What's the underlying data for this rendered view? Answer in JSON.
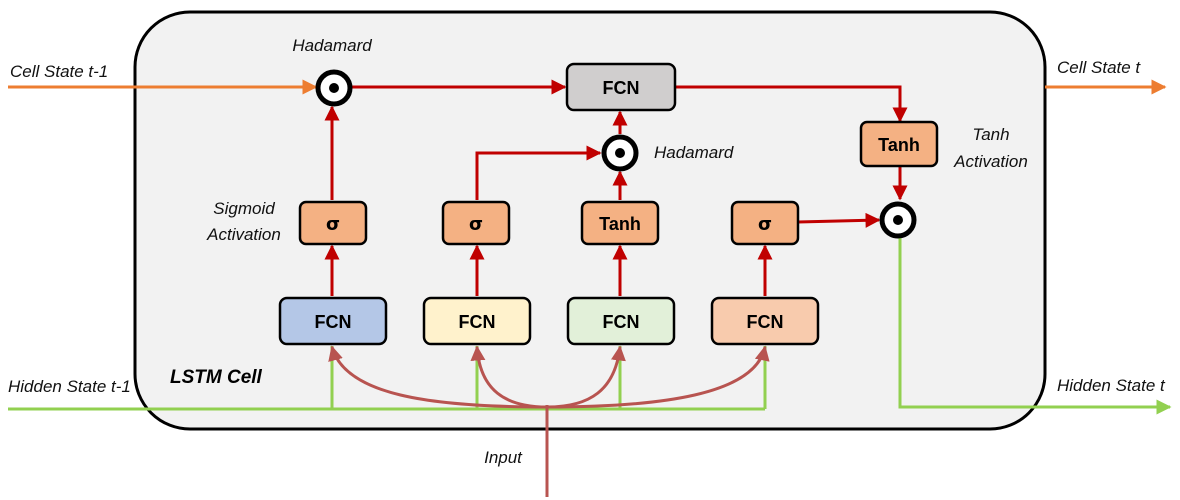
{
  "labels": {
    "hadamard_top": "Hadamard",
    "hadamard_mid": "Hadamard",
    "cell_state_in": "Cell State t-1",
    "cell_state_out": "Cell State t",
    "hidden_state_in": "Hidden State t-1",
    "hidden_state_out": "Hidden State t",
    "sigmoid_line1": "Sigmoid",
    "sigmoid_line2": "Activation",
    "tanh_act_line1": "Tanh",
    "tanh_act_line2": "Activation",
    "cell_title": "LSTM Cell",
    "input": "Input"
  },
  "boxes": {
    "fcn_top": "FCN",
    "fcn_forget": "FCN",
    "fcn_input": "FCN",
    "fcn_candidate": "FCN",
    "fcn_output": "FCN",
    "sigma_forget": "σ",
    "sigma_input": "σ",
    "tanh_candidate": "Tanh",
    "sigma_output": "σ",
    "tanh_out": "Tanh"
  },
  "colors": {
    "cell_bg": "#f2f2f2",
    "cell_state_line": "#ed7d31",
    "hidden_state_line": "#92d050",
    "flow_line": "#c00000",
    "input_curve": "#b85450",
    "gate_box": "#f4b183",
    "fcn_top": "#d0cece",
    "fcn_forget": "#b4c7e7",
    "fcn_input": "#fff2cc",
    "fcn_candidate": "#e2f0d9",
    "fcn_output": "#f8cbad"
  }
}
